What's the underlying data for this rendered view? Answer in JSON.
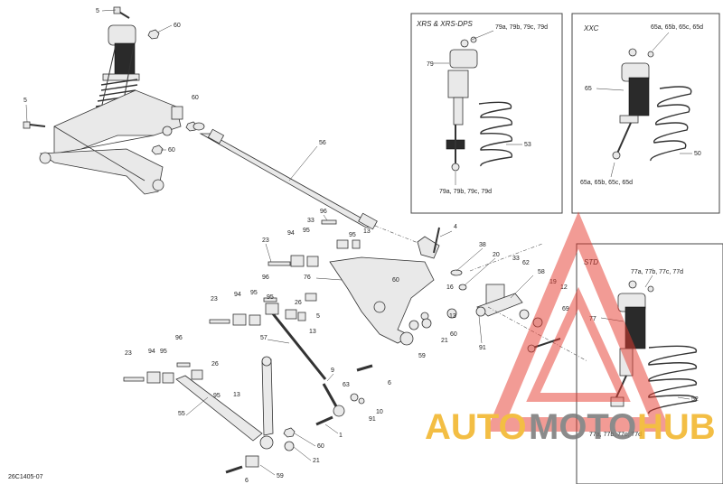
{
  "diagram_code": "26C1405-07",
  "insets": [
    {
      "title": "XRS & XRS-DPS",
      "top_callout": "79a, 79b, 79c, 79d",
      "part_callout": "79",
      "bottom_callout": "79a, 79b, 79c, 79d",
      "spring_callout": "53"
    },
    {
      "title": "XXC",
      "top_callout": "65a, 65b, 65c, 65d",
      "part_callout": "65",
      "bottom_callout": "65a, 65b, 65c, 65d",
      "spring_callout": "50"
    },
    {
      "title": "STD",
      "top_callout": "77a, 77b, 77c, 77d",
      "part_callout": "77",
      "bottom_callout": "77a, 77b, 77c, 77d",
      "spring_callout": "52"
    }
  ],
  "callouts": {
    "c5a": "5",
    "c60a": "60",
    "c5b": "5",
    "c60b": "60",
    "c60c": "60",
    "c56": "56",
    "c96a": "96",
    "c33a": "33",
    "c23a": "23",
    "c94a": "94",
    "c95a": "95",
    "c95b": "95",
    "c13a": "13",
    "c4": "4",
    "c38": "38",
    "c20": "20",
    "c33b": "33",
    "c62": "62",
    "c58": "58",
    "c19": "19",
    "c12": "12",
    "c16": "16",
    "c69": "69",
    "c76": "76",
    "c60d": "60",
    "c96b": "96",
    "c95c": "95",
    "c26a": "26",
    "c23b": "23",
    "c94b": "94",
    "c95d": "95",
    "c5c": "5",
    "c13b": "13",
    "c13c": "13",
    "c21a": "21",
    "c60e": "60",
    "c59a": "59",
    "c91a": "91",
    "c57": "57",
    "c96c": "96",
    "c23c": "23",
    "c94c": "94",
    "c95e": "95",
    "c26b": "26",
    "c13d": "13",
    "c95f": "95",
    "c9": "9",
    "c6a": "6",
    "c63": "63",
    "c10": "10",
    "c91b": "91",
    "c55": "55",
    "c1": "1",
    "c60f": "60",
    "c21b": "21",
    "c6b": "6",
    "c59b": "59"
  },
  "watermark": {
    "part1": "AUTO",
    "part2": "MOTO",
    "part3": "HUB",
    "color_red": "#e53a2f",
    "color_yellow": "#f2b324",
    "color_grey": "#777777"
  }
}
